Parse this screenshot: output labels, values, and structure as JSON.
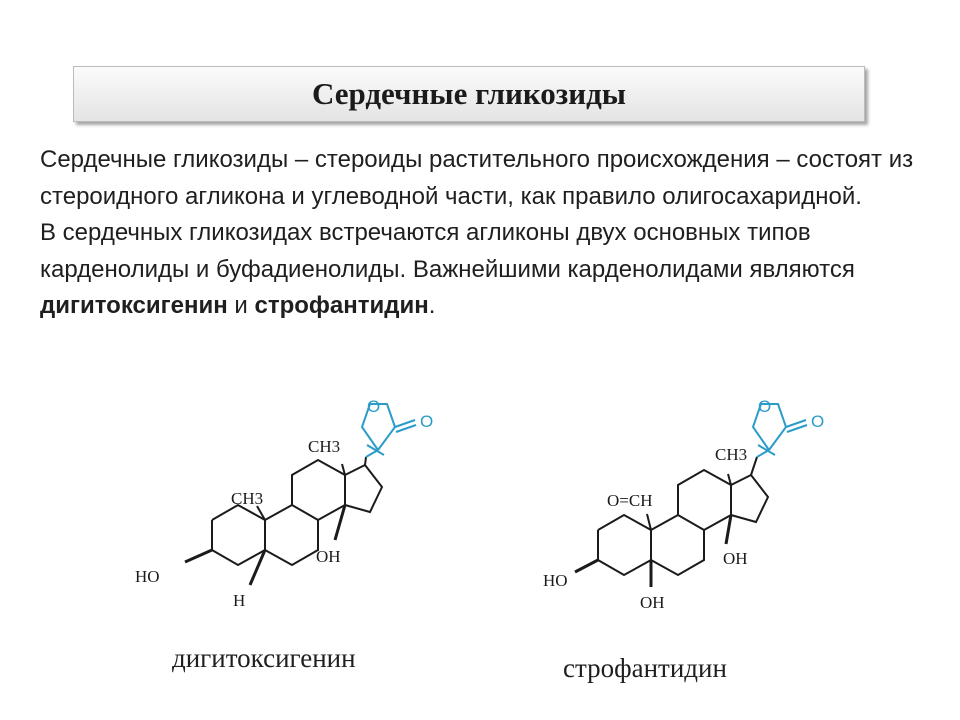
{
  "slide": {
    "title": "Сердечные гликозиды",
    "paragraph1": "Сердечные гликозиды – стероиды растительного происхождения – состоят из стероидного агликона и углеводной части, как правило олигосахаридной.",
    "paragraph2_intro": "В сердечных гликозидах встречаются агликоны двух основных типов карденолиды и буфадиенолиды. Важнейшими карденолидами являются",
    "highlight1": "дигитоксигенин",
    "connector": " и ",
    "highlight2": "строфантидин",
    "period": "."
  },
  "structures": [
    {
      "caption": "дигитоксигенин",
      "labels": {
        "ch3_top": "CH3",
        "ch3_mid": "CH3",
        "oh_14": "OH",
        "ho_3": "HO",
        "h_5": "H",
        "ring_o": "O",
        "carbonyl_o": "O"
      }
    },
    {
      "caption": "строфантидин",
      "labels": {
        "ch3_top": "CH3",
        "cho": "O=CH",
        "oh_14": "OH",
        "ho_3": "HO",
        "oh_5": "OH",
        "ring_o": "O",
        "carbonyl_o": "O"
      }
    }
  ],
  "colors": {
    "lactone": "#2b9cc9",
    "bond": "#1b1b1b"
  }
}
